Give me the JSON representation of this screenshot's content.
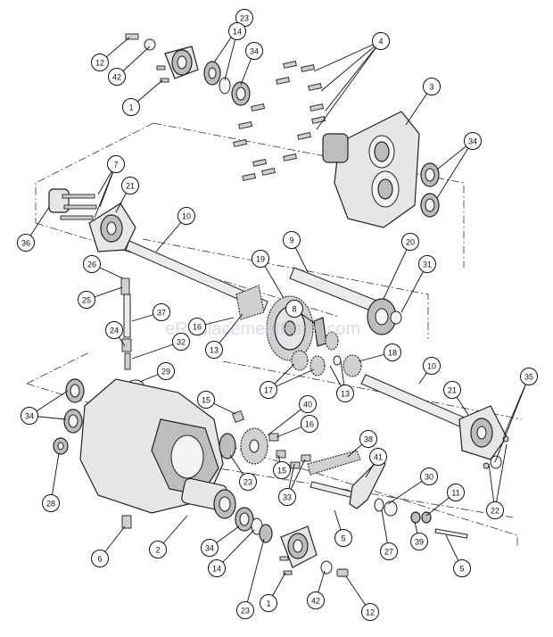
{
  "watermark": "eReplacementParts.com",
  "callouts": [
    {
      "label": "12"
    },
    {
      "label": "42"
    },
    {
      "label": "1"
    },
    {
      "label": "23"
    },
    {
      "label": "14"
    },
    {
      "label": "34"
    },
    {
      "label": "4"
    },
    {
      "label": "3"
    },
    {
      "label": "34"
    },
    {
      "label": "7"
    },
    {
      "label": "21"
    },
    {
      "label": "10"
    },
    {
      "label": "36"
    },
    {
      "label": "9"
    },
    {
      "label": "20"
    },
    {
      "label": "26"
    },
    {
      "label": "19"
    },
    {
      "label": "31"
    },
    {
      "label": "25"
    },
    {
      "label": "37"
    },
    {
      "label": "16"
    },
    {
      "label": "13"
    },
    {
      "label": "8"
    },
    {
      "label": "24"
    },
    {
      "label": "32"
    },
    {
      "label": "18"
    },
    {
      "label": "29"
    },
    {
      "label": "17"
    },
    {
      "label": "13"
    },
    {
      "label": "10"
    },
    {
      "label": "35"
    },
    {
      "label": "34"
    },
    {
      "label": "15"
    },
    {
      "label": "40"
    },
    {
      "label": "21"
    },
    {
      "label": "16"
    },
    {
      "label": "38"
    },
    {
      "label": "28"
    },
    {
      "label": "15"
    },
    {
      "label": "41"
    },
    {
      "label": "23"
    },
    {
      "label": "33"
    },
    {
      "label": "30"
    },
    {
      "label": "22"
    },
    {
      "label": "11"
    },
    {
      "label": "5"
    },
    {
      "label": "27"
    },
    {
      "label": "39"
    },
    {
      "label": "2"
    },
    {
      "label": "34"
    },
    {
      "label": "6"
    },
    {
      "label": "14"
    },
    {
      "label": "5"
    },
    {
      "label": "1"
    },
    {
      "label": "23"
    },
    {
      "label": "42"
    },
    {
      "label": "12"
    }
  ]
}
